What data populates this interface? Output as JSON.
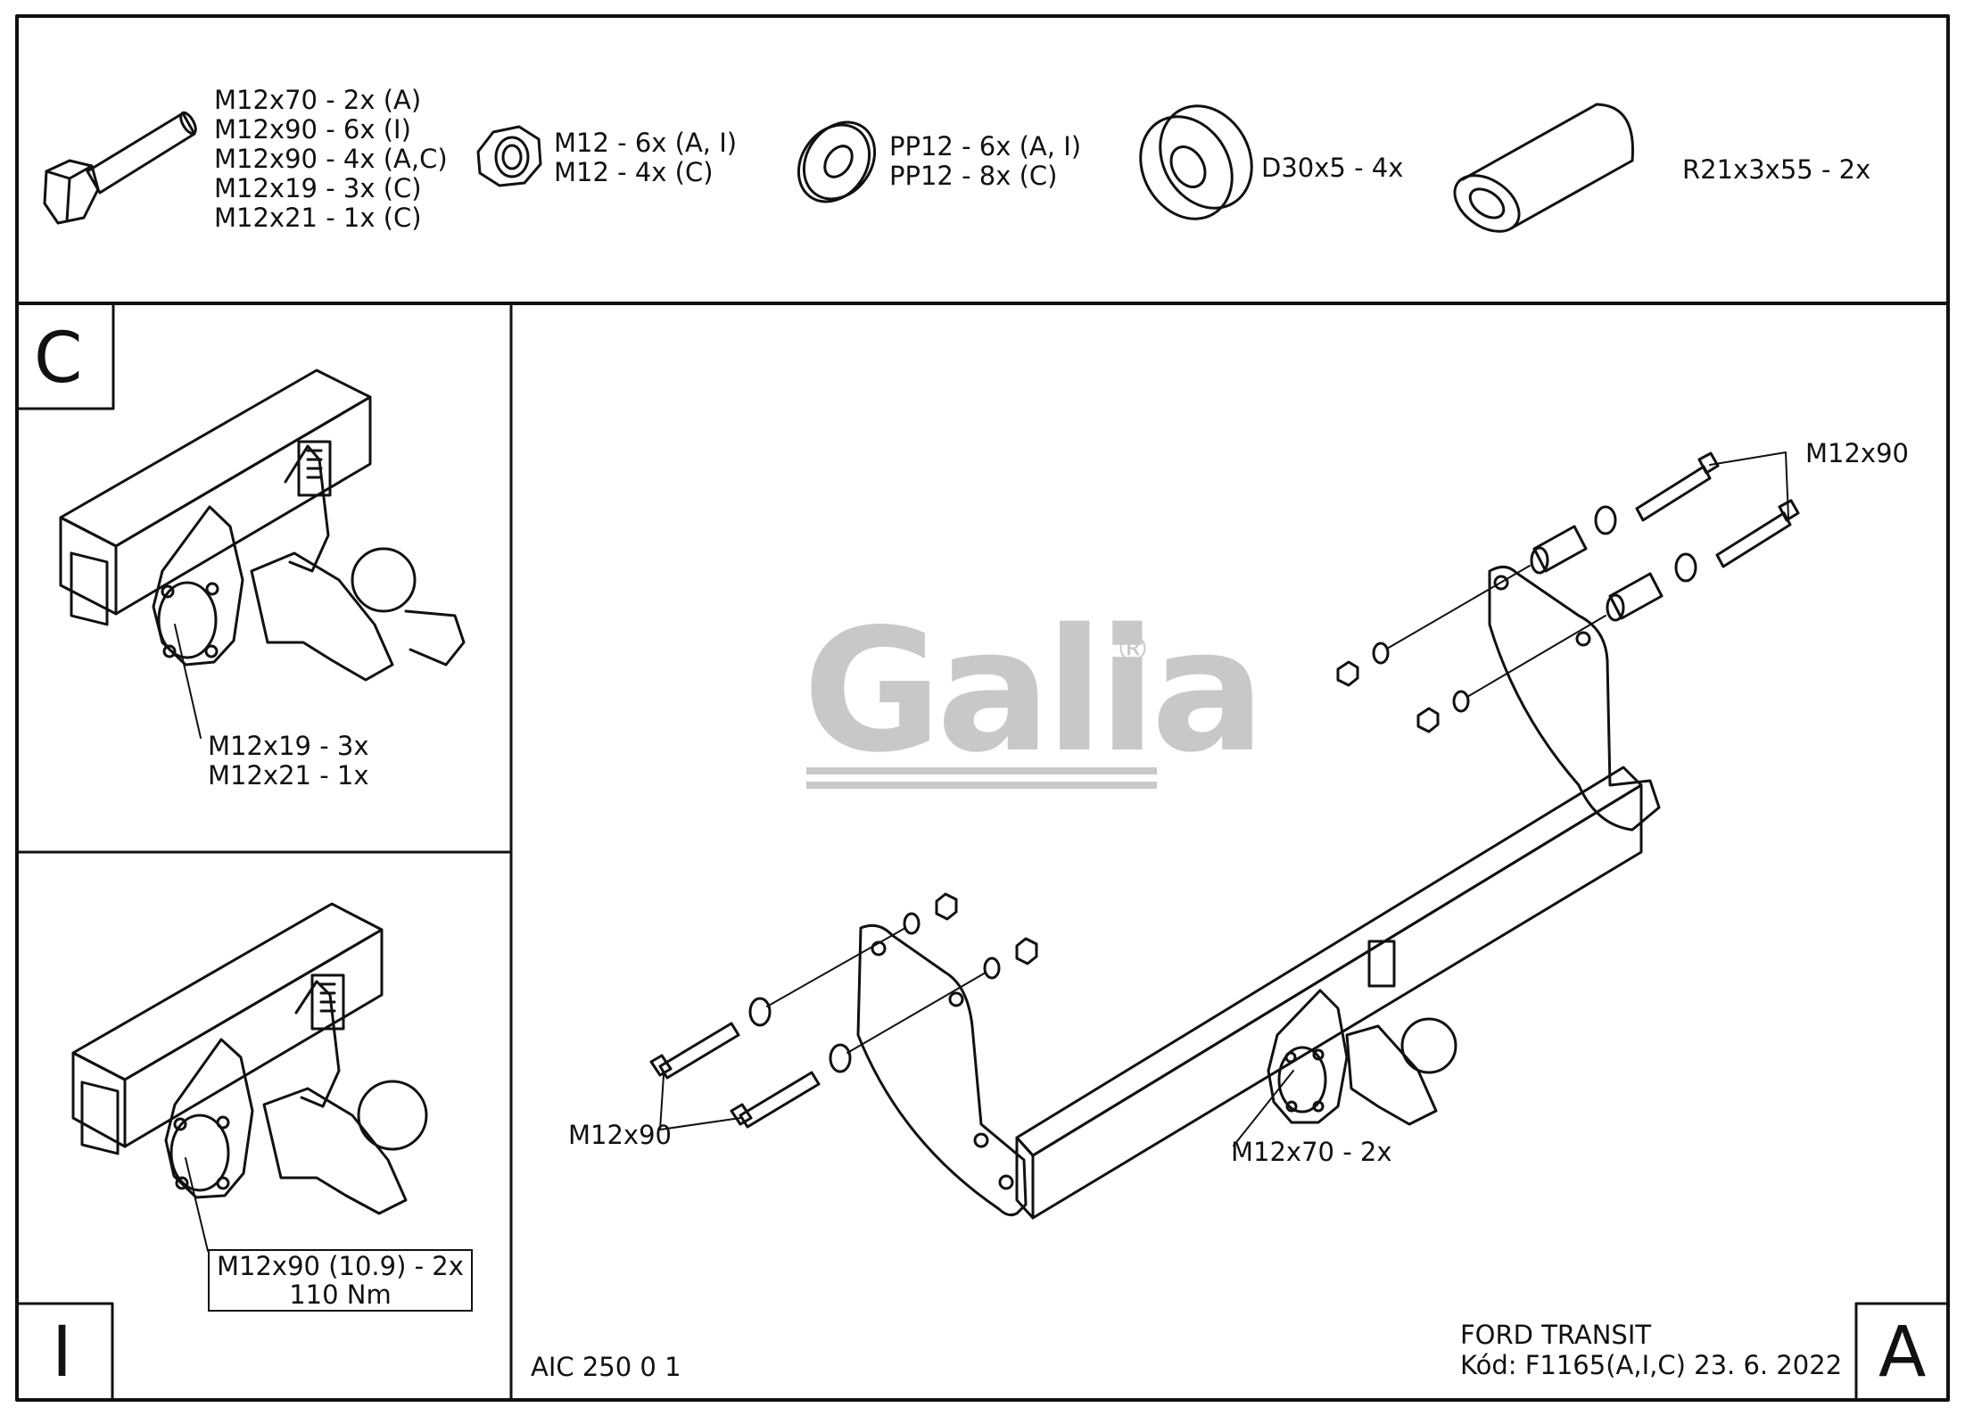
{
  "parts": [
    {
      "name": "bolt",
      "lines": [
        "M12x70 - 2x (A)",
        "M12x90 - 6x (I)",
        "M12x90 - 4x (A,C)",
        "M12x19 - 3x (C)",
        "M12x21 - 1x (C)"
      ]
    },
    {
      "name": "nut",
      "lines": [
        "M12 - 6x (A, I)",
        "M12 - 4x (C)"
      ]
    },
    {
      "name": "washer",
      "lines": [
        "PP12 - 6x (A, I)",
        "PP12 - 8x (C)"
      ]
    },
    {
      "name": "spacer",
      "lines": [
        "D30x5 - 4x"
      ]
    },
    {
      "name": "tube",
      "lines": [
        "R21x3x55 - 2x"
      ]
    }
  ],
  "panel_c": {
    "letter": "C",
    "callout": [
      "M12x19 - 3x",
      "M12x21 - 1x"
    ]
  },
  "panel_i": {
    "letter": "I",
    "callout": [
      "M12x90 (10.9) - 2x",
      "110 Nm"
    ]
  },
  "panel_a": {
    "letter": "A",
    "callout_top": "M12x90",
    "callout_left": "M12x90",
    "callout_ball": "M12x70 - 2x",
    "code": "AIC 250 0 1",
    "vehicle": "FORD TRANSIT",
    "kod": "Kód: F1165(A,I,C)  23. 6. 2022"
  },
  "watermark": {
    "brand": "Galia",
    "mark": "®"
  }
}
